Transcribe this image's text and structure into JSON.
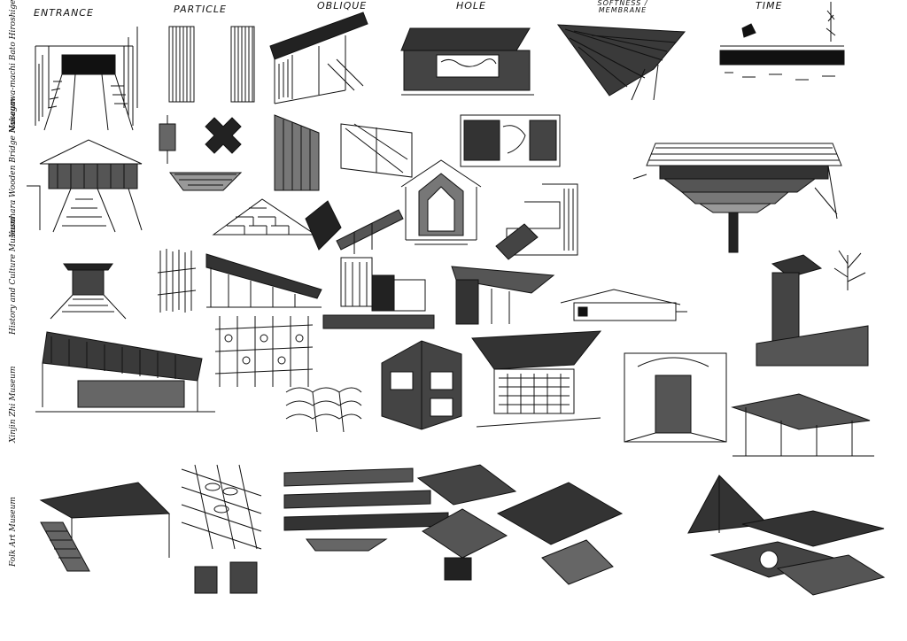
{
  "column_headers": {
    "entrance": "ENTRANCE",
    "particle": "PARTICLE",
    "oblique": "OBLIQUE",
    "hole": "HOLE",
    "softness_membrane": "SOFTNESS / MEMBRANE",
    "time": "TIME"
  },
  "row_labels": {
    "row1": "Nakagawa-machi Bato Hiroshige Museum",
    "row2": "Yusuhara Wooden Bridge Museum",
    "row3": "History and Culture Museum",
    "row4": "Xinjin Zhi Museum",
    "row5": "Folk Art Museum"
  },
  "style": {
    "ink": "#111111",
    "paper": "#ffffff"
  }
}
